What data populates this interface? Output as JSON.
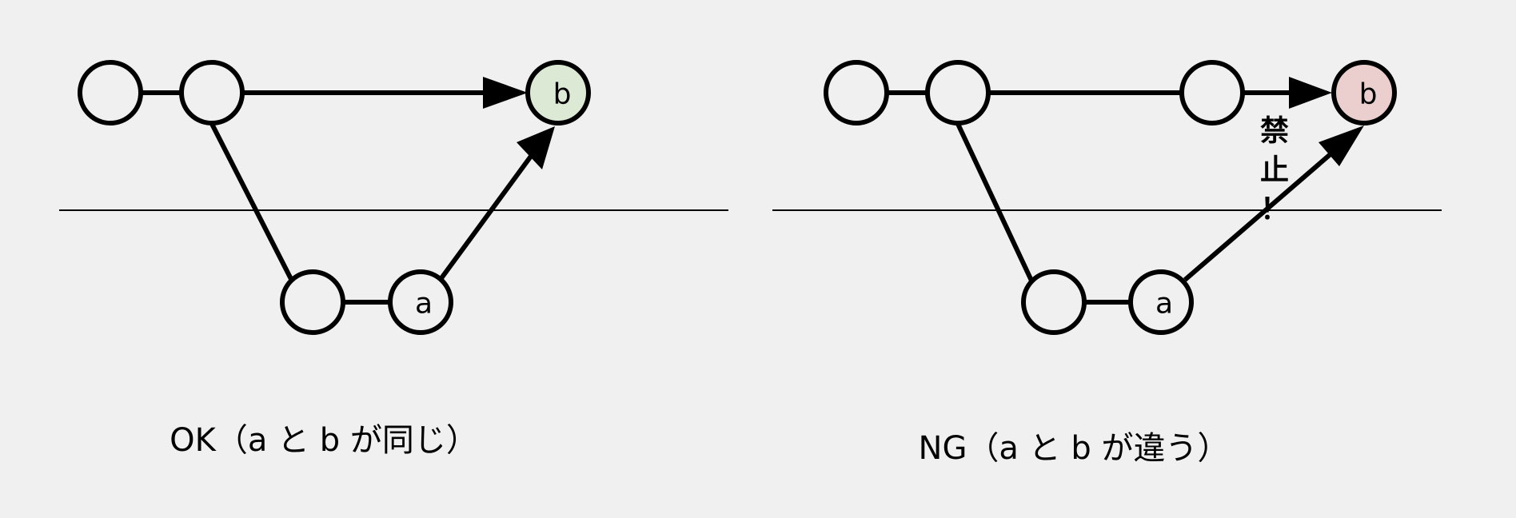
{
  "colors": {
    "background": "#f0f0f0",
    "stroke": "#000000",
    "ok_target_fill": "#dbe9d5",
    "ng_target_fill": "#ebcfcf"
  },
  "ok_panel": {
    "caption": "OK（a と b が同じ）",
    "label_a": "a",
    "label_b": "b"
  },
  "ng_panel": {
    "caption": "NG（a と b が違う）",
    "label_a": "a",
    "label_b": "b",
    "warning_chars": [
      "禁",
      "止",
      "！"
    ]
  }
}
